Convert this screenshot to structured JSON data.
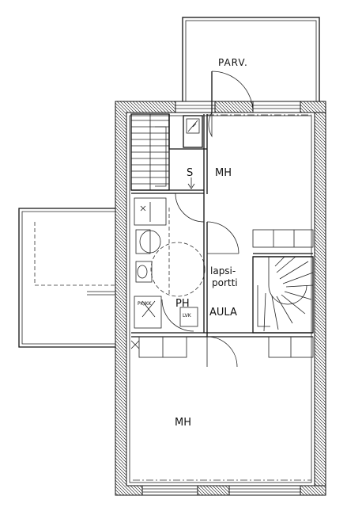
{
  "labels": {
    "balcony": "PARV.",
    "bedroom_upper": "MH",
    "bedroom_lower": "MH",
    "closet": "S",
    "bathroom": "PH",
    "hall": "AULA",
    "safety_gate_line1": "lapsi-",
    "safety_gate_line2": "portti",
    "washer": "PK/KK",
    "linen_cabinet": "LVK"
  },
  "colors": {
    "line": "#111111",
    "background": "#ffffff"
  }
}
